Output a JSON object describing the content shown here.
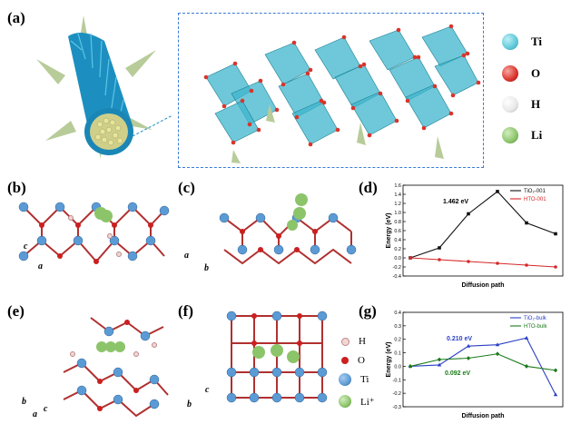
{
  "panels": {
    "a": "(a)",
    "b": "(b)",
    "c": "(c)",
    "d": "(d)",
    "e": "(e)",
    "f": "(f)",
    "g": "(g)"
  },
  "legend_top": [
    {
      "label": "Ti",
      "color": "#5ec8d8"
    },
    {
      "label": "O",
      "color": "#d9342b"
    },
    {
      "label": "H",
      "color": "#e8e8e8"
    },
    {
      "label": "Li",
      "color": "#8cc46a"
    }
  ],
  "legend_small": [
    {
      "label": "H",
      "color": "#f2d6d6"
    },
    {
      "label": "O",
      "color": "#cc1f1f"
    },
    {
      "label": "Ti",
      "color": "#5b9bd5"
    },
    {
      "label": "Li⁺",
      "color": "#8cc46a"
    }
  ],
  "axes": {
    "b": {
      "v": "c",
      "h": "a"
    },
    "c": {
      "v": "a",
      "h": "b"
    },
    "e": {
      "v": "b",
      "h": "c",
      "d": "a"
    },
    "f": {
      "v": "c",
      "h": "b"
    }
  },
  "chart_data": [
    {
      "type": "line",
      "panel": "d",
      "xlabel": "Diffusion path",
      "ylabel": "Energy (eV)",
      "ylim": [
        -0.4,
        1.6
      ],
      "yticks": [
        "-0.4",
        "-0.2",
        "0.0",
        "0.2",
        "0.4",
        "0.6",
        "0.8",
        "1.0",
        "1.2",
        "1.4",
        "1.6"
      ],
      "annotation": "1.462 eV",
      "x": [
        0,
        1,
        2,
        3,
        4,
        5
      ],
      "series": [
        {
          "name": "TiO₂-001",
          "color": "#111111",
          "values": [
            0.0,
            0.22,
            0.97,
            1.462,
            0.77,
            0.53
          ]
        },
        {
          "name": "HTO-001",
          "color": "#d62728",
          "values": [
            0.0,
            -0.04,
            -0.08,
            -0.12,
            -0.16,
            -0.2
          ]
        }
      ],
      "legend": "top-right"
    },
    {
      "type": "line",
      "panel": "g",
      "xlabel": "Diffusion path",
      "ylabel": "Energy (eV)",
      "ylim": [
        -0.3,
        0.4
      ],
      "yticks": [
        "-0.3",
        "-0.2",
        "-0.1",
        "0.0",
        "0.1",
        "0.2",
        "0.3",
        "0.4"
      ],
      "annotations": [
        "0.210 eV",
        "0.092 eV"
      ],
      "x": [
        0,
        1,
        2,
        3,
        4,
        5
      ],
      "series": [
        {
          "name": "TiO₂-bulk",
          "color": "#2a3fc4",
          "values": [
            0.0,
            0.01,
            0.15,
            0.16,
            0.21,
            -0.21
          ]
        },
        {
          "name": "HTO-bulk",
          "color": "#1a7a1a",
          "values": [
            0.0,
            0.05,
            0.06,
            0.092,
            0.0,
            -0.03
          ]
        }
      ],
      "legend": "top-right"
    }
  ]
}
